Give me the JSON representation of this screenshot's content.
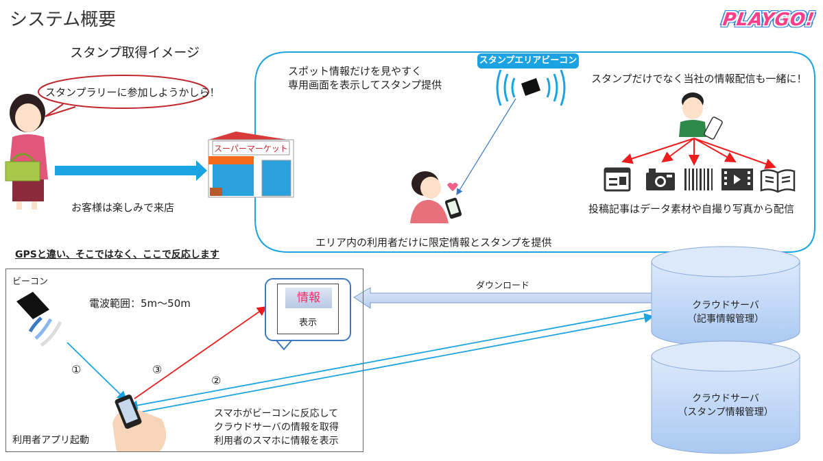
{
  "header": {
    "title": "システム概要",
    "subtitle": "スタンプ取得イメージ",
    "logo": "PLAYGO!"
  },
  "colors": {
    "accent_blue": "#1aa3e0",
    "arrow_red": "#ee1c1c",
    "logo_pink": "#ff3d8b",
    "logo_outline": "#2a7fd4",
    "cylinder_blue": "#a9c8f2",
    "callout_red": "#c0282d"
  },
  "upper": {
    "speech_bubble": "スタンプラリーに参加しようかしら！",
    "customer_caption": "お客様は楽しみで来店",
    "store_sign": "スーパーマーケット",
    "spot_text": [
      "スポット情報だけを見やすく",
      "専用画面を表示してスタンプ提供"
    ],
    "beacon_label": "スタンプエリアビーコン",
    "area_caption": "エリア内の利用者だけに限定情報とスタンプを提供",
    "company_text": "スタンプだけでなく当社の情報配信も一緒に！",
    "content_icons": [
      "article-icon",
      "camera-icon",
      "barcode-icon",
      "video-icon",
      "book-icon"
    ],
    "post_caption": "投稿記事はデータ素材や自撮り写真から配信"
  },
  "lower": {
    "heading": "GPSと違い、そこではなく、ここで反応します",
    "beacon_label": "ビーコン",
    "range_text": "電波範囲：5m〜50m",
    "info_label": "情報",
    "display_label": "表示",
    "step1": "①",
    "step2": "②",
    "step3": "③",
    "app_caption": "利用者アプリ起動",
    "explain": [
      "スマホがビーコンに反応して",
      "クラウドサーバの情報を取得",
      "利用者のスマホに情報を表示"
    ],
    "download_label": "ダウンロード"
  },
  "servers": [
    {
      "name": "クラウドサーバ",
      "role": "（記事情報管理）"
    },
    {
      "name": "クラウドサーバ",
      "role": "（スタンプ情報管理）"
    }
  ]
}
